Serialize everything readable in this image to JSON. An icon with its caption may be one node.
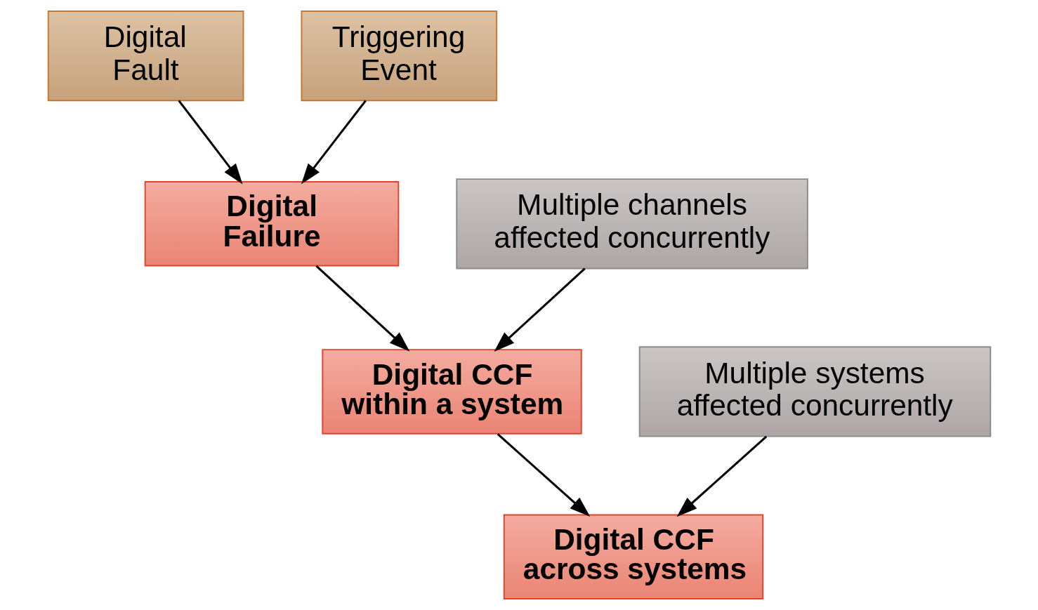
{
  "diagram": {
    "nodes": [
      {
        "text": [
          "Digital Fault"
        ]
      },
      {
        "text": [
          "Triggering Event"
        ]
      },
      {
        "text": [
          "Digital Failure"
        ]
      },
      {
        "text": [
          "Multiple channels affected concurrently"
        ]
      },
      {
        "text": [
          "Digital CCF within a system"
        ]
      },
      {
        "text": [
          "Multiple systems affected concurrently"
        ]
      },
      {
        "text": [
          "Digital CCF across systems"
        ]
      }
    ],
    "edges": [
      {
        "from": 0,
        "to": 2,
        "arrow": "to"
      },
      {
        "from": 1,
        "to": 2,
        "arrow": "to"
      },
      {
        "from": 2,
        "to": 4,
        "arrow": "to"
      },
      {
        "from": 3,
        "to": 4,
        "arrow": "to"
      },
      {
        "from": 4,
        "to": 6,
        "arrow": "to"
      },
      {
        "from": 5,
        "to": 6,
        "arrow": "to"
      }
    ]
  }
}
